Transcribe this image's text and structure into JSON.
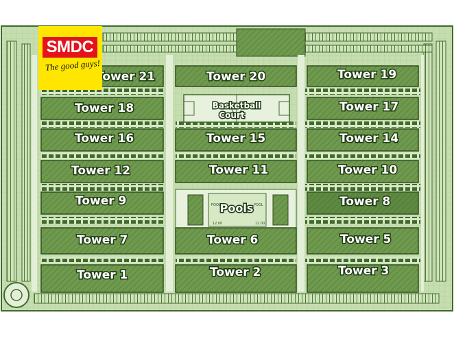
{
  "logo": {
    "brand": "SMDC",
    "tagline": "The good guys!"
  },
  "colors": {
    "site_fill": "#c6ddb0",
    "building_fill": "#6f9a4e",
    "building_stroke": "#2f4f1f",
    "grid_line": "#3f6a2c",
    "logo_bg": "#ffe600",
    "logo_brand_bg": "#e4141b"
  },
  "towers": [
    {
      "id": "21",
      "label": "Tower 21"
    },
    {
      "id": "20",
      "label": "Tower 20"
    },
    {
      "id": "19",
      "label": "Tower 19"
    },
    {
      "id": "18",
      "label": "Tower 18"
    },
    {
      "id": "17",
      "label": "Tower 17"
    },
    {
      "id": "16",
      "label": "Tower 16"
    },
    {
      "id": "15",
      "label": "Tower 15"
    },
    {
      "id": "14",
      "label": "Tower 14"
    },
    {
      "id": "12",
      "label": "Tower 12"
    },
    {
      "id": "11",
      "label": "Tower 11"
    },
    {
      "id": "10",
      "label": "Tower 10"
    },
    {
      "id": "9",
      "label": "Tower 9"
    },
    {
      "id": "8",
      "label": "Tower 8"
    },
    {
      "id": "7",
      "label": "Tower 7"
    },
    {
      "id": "6",
      "label": "Tower 6"
    },
    {
      "id": "5",
      "label": "Tower 5"
    },
    {
      "id": "1",
      "label": "Tower 1"
    },
    {
      "id": "2",
      "label": "Tower 2"
    },
    {
      "id": "3",
      "label": "Tower 3"
    }
  ],
  "amenities": {
    "basketball_line1": "Basketball",
    "basketball_line2": "Court",
    "pools": "Pools"
  },
  "pool_labels": [
    "POOL",
    "POOL",
    "12.00",
    "12.00"
  ]
}
